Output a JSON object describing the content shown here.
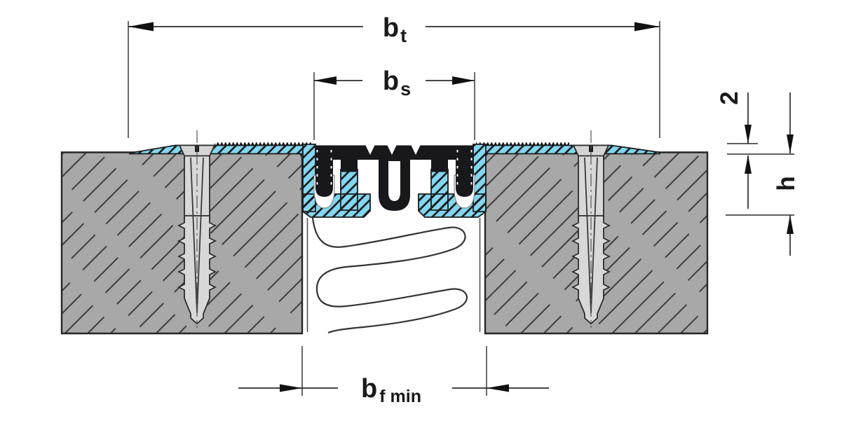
{
  "diagram": {
    "dims": {
      "bt": {
        "main": "b",
        "sub": "t"
      },
      "bs": {
        "main": "b",
        "sub": "s"
      },
      "flange_thickness": {
        "label": "2"
      },
      "depth": {
        "label": "h"
      },
      "bfmin": {
        "main": "b",
        "sub": "f min"
      }
    },
    "colors": {
      "aluminum": "#82d6f0",
      "concrete": "#a8a8a8",
      "rubber": "#17171c",
      "dowel": "#d8d8d8",
      "line": "#2b2b2b",
      "background": "#ffffff"
    }
  }
}
